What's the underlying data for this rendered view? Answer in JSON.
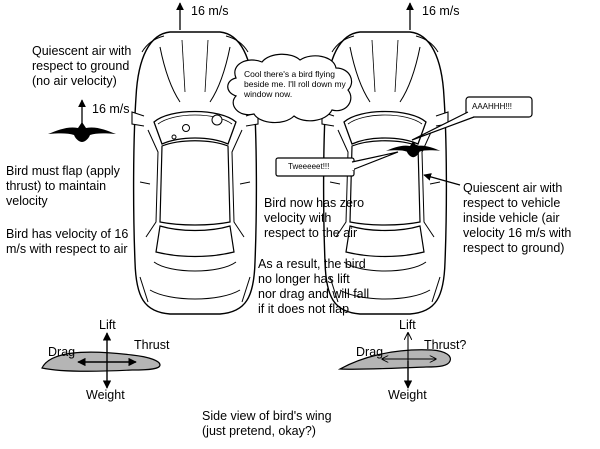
{
  "speeds": {
    "left_car": "16 m/s",
    "right_car": "16 m/s",
    "bird": "16 m/s"
  },
  "left_panel": {
    "air_note": "Quiescent air with\nrespect to ground\n(no air velocity)",
    "bird_flap_note": "Bird must flap (apply\nthrust) to maintain\nvelocity",
    "bird_velocity_note": "Bird has velocity of 16\nm/s with respect to air",
    "thought_bubble": "Cool there's a bird flying\nbeside me. I'll roll down my\nwindow now."
  },
  "right_panel": {
    "scream_bubble": "AAAHHH!!!",
    "tweet_bubble": "Tweeeeet!!!",
    "air_note": "Quiescent air with\nrespect to vehicle\ninside vehicle (air\nvelocity 16 m/s with\nrespect to ground)",
    "zero_velocity_note": "Bird now has zero\nvelocity with\nrespect to the air",
    "fall_note": "As a result, the bird\nno longer has lift\nnor drag and will fall\nif it does not flap"
  },
  "wing_left": {
    "lift": "Lift",
    "drag": "Drag",
    "thrust": "Thrust",
    "weight": "Weight"
  },
  "wing_right": {
    "lift": "Lift",
    "drag": "Drag",
    "thrust": "Thrust?",
    "weight": "Weight"
  },
  "caption": "Side view of bird's wing\n(just pretend, okay?)",
  "colors": {
    "wing_fill": "#b5b5b5",
    "line": "#000000"
  }
}
